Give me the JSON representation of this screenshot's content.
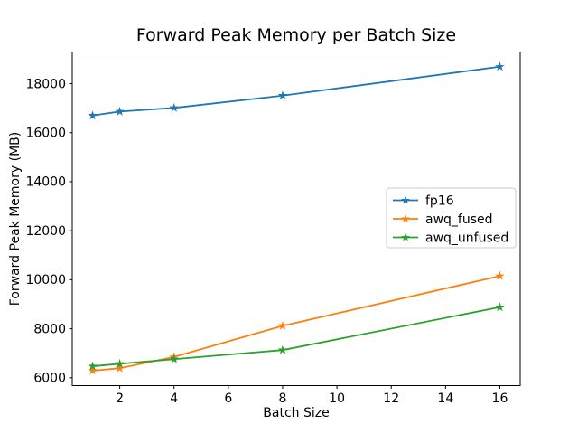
{
  "figure": {
    "background": "#ffffff"
  },
  "chart_data": {
    "type": "line",
    "title": "Forward Peak Memory per Batch Size",
    "xlabel": "Batch Size",
    "ylabel": "Forward Peak Memory (MB)",
    "x": [
      1,
      2,
      4,
      8,
      16
    ],
    "series": [
      {
        "name": "fp16",
        "color": "#1f77b4",
        "marker": "star",
        "values": [
          16700,
          16860,
          17010,
          17510,
          18690
        ]
      },
      {
        "name": "awq_fused",
        "color": "#ff7f0e",
        "marker": "star",
        "values": [
          6290,
          6390,
          6850,
          8120,
          10150
        ]
      },
      {
        "name": "awq_unfused",
        "color": "#2ca02c",
        "marker": "star",
        "values": [
          6470,
          6570,
          6760,
          7130,
          8880
        ]
      }
    ],
    "xticks": [
      2,
      4,
      6,
      8,
      10,
      12,
      14,
      16
    ],
    "yticks": [
      6000,
      8000,
      10000,
      12000,
      14000,
      16000,
      18000
    ],
    "xlim": [
      0.25,
      16.75
    ],
    "ylim": [
      5680,
      19290
    ],
    "grid": false,
    "legend": {
      "position": "center-right",
      "labels": [
        "fp16",
        "awq_fused",
        "awq_unfused"
      ]
    },
    "axis_color": "#000000",
    "plot_background": "#ffffff"
  }
}
